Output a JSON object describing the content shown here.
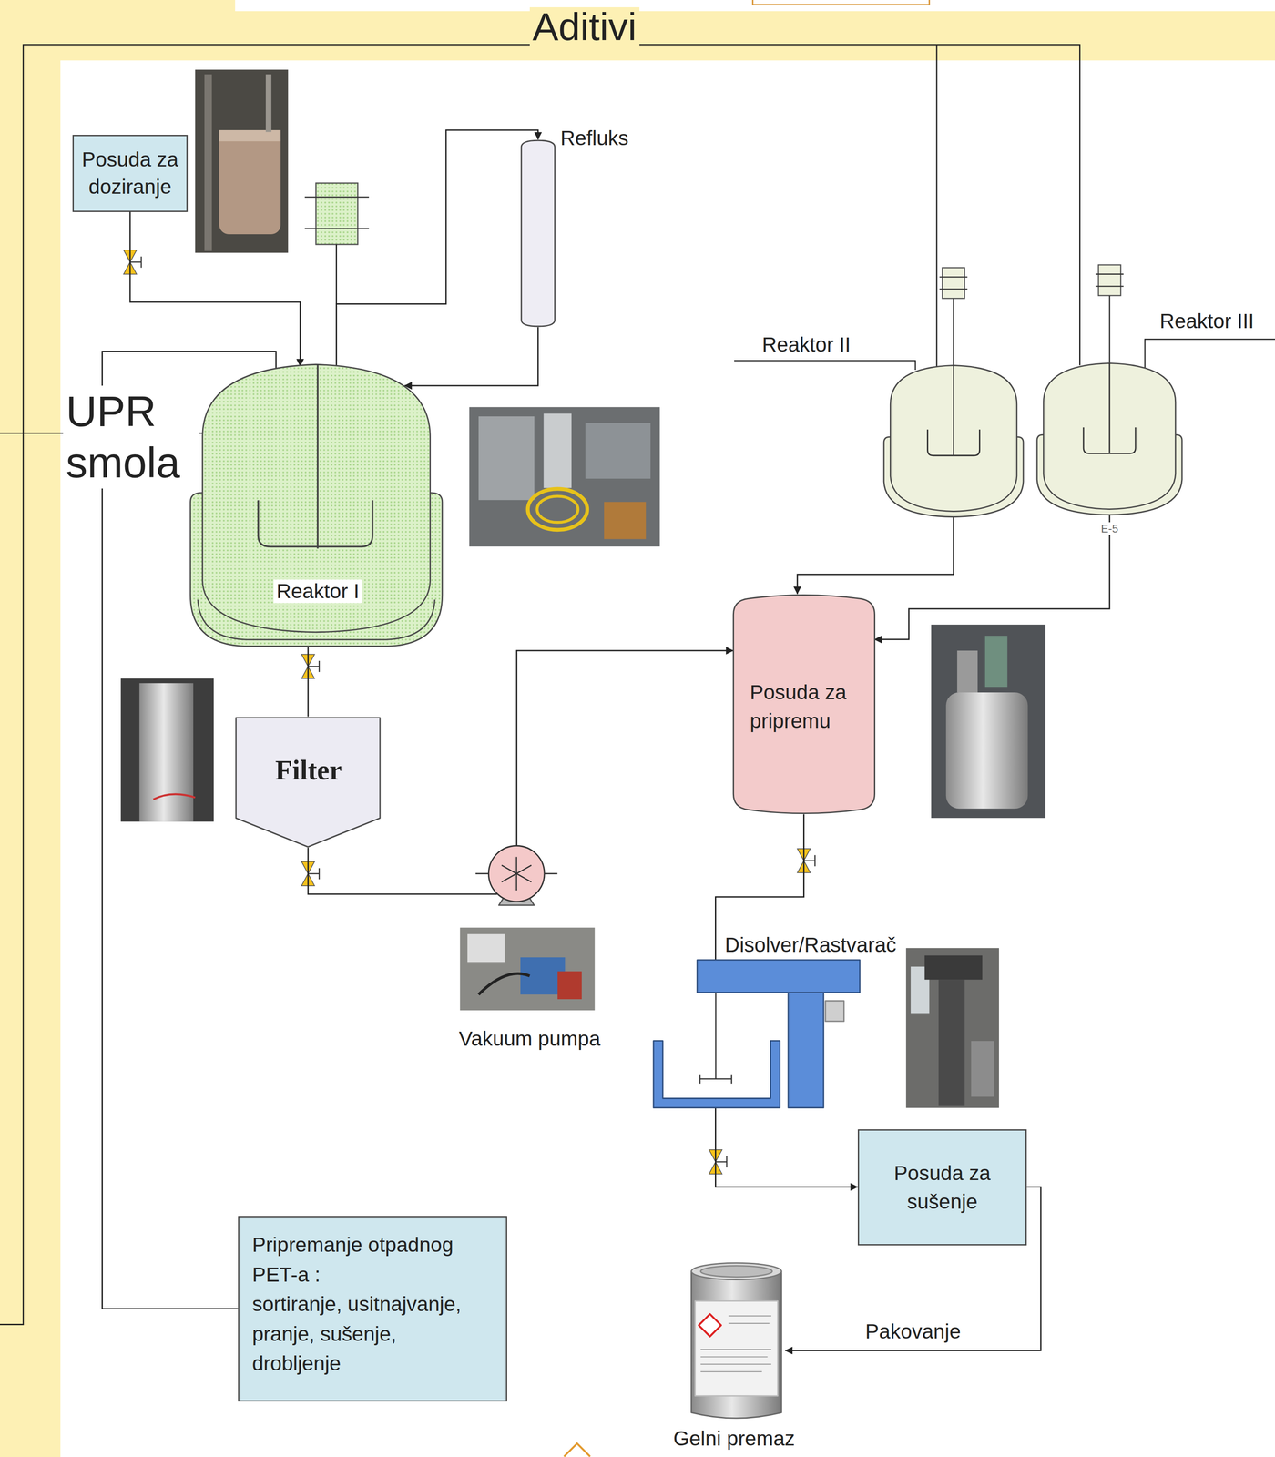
{
  "diagram": {
    "nodes": [
      {
        "text": [
          "Posuda za doziranje"
        ]
      },
      {
        "text": [
          "Refluks"
        ]
      },
      {
        "text": [
          "Reaktor II"
        ]
      },
      {
        "text": [
          "Reaktor III"
        ]
      },
      {
        "text": [
          "Reaktor I"
        ]
      },
      {
        "text": [
          "Posuda za pripremu"
        ]
      },
      {
        "text": [
          "Filter"
        ]
      },
      {
        "text": [
          "Vakuum pumpa"
        ]
      },
      {
        "text": [
          "Disolver/Rastvarač"
        ]
      },
      {
        "text": [
          "Posuda za sušenje"
        ]
      },
      {
        "text": [
          "Pripremanje otpadnog PET-a :",
          "sortiranje, usitnajvanje, pranje, sušenje, drobljenje"
        ]
      },
      {
        "text": [
          "Gelni premaz"
        ]
      }
    ],
    "edges": [
      {
        "from": 0,
        "to": 4,
        "arrow": "to"
      },
      {
        "from": 4,
        "to": 1,
        "arrow": "to"
      },
      {
        "from": 1,
        "to": 4,
        "arrow": "to"
      },
      {
        "from": 4,
        "to": 6,
        "arrow": "none"
      },
      {
        "from": 6,
        "to": 7,
        "arrow": "none"
      },
      {
        "from": 7,
        "to": 5,
        "arrow": "to"
      },
      {
        "from": 2,
        "to": 5,
        "arrow": "to"
      },
      {
        "from": 3,
        "to": 5,
        "arrow": "to"
      },
      {
        "from": 5,
        "to": 8,
        "arrow": "none"
      },
      {
        "from": 8,
        "to": 9,
        "arrow": "to"
      },
      {
        "from": 9,
        "to": 11,
        "label": "Pakovanje",
        "arrow": "to"
      },
      {
        "from": 10,
        "to": 4,
        "arrow": "none"
      }
    ],
    "labels": [
      "Aditivi",
      "UPR smola",
      "E-5"
    ]
  }
}
